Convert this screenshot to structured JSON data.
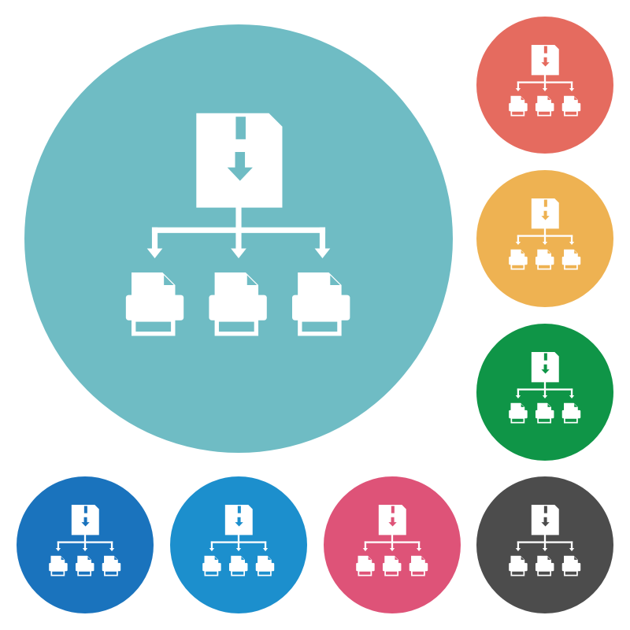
{
  "icon": {
    "name": "file-distribution-icon",
    "glyph_color": "#ffffff"
  },
  "variants": [
    {
      "id": "c-large",
      "color": "#6fbcc4"
    },
    {
      "id": "c-red",
      "color": "#e56b5f"
    },
    {
      "id": "c-orange",
      "color": "#eeb252"
    },
    {
      "id": "c-green",
      "color": "#0f9547"
    },
    {
      "id": "c-blue",
      "color": "#1a73bd"
    },
    {
      "id": "c-cyan",
      "color": "#1c8fcd"
    },
    {
      "id": "c-pink",
      "color": "#de5378"
    },
    {
      "id": "c-gray",
      "color": "#4c4c4c"
    }
  ]
}
